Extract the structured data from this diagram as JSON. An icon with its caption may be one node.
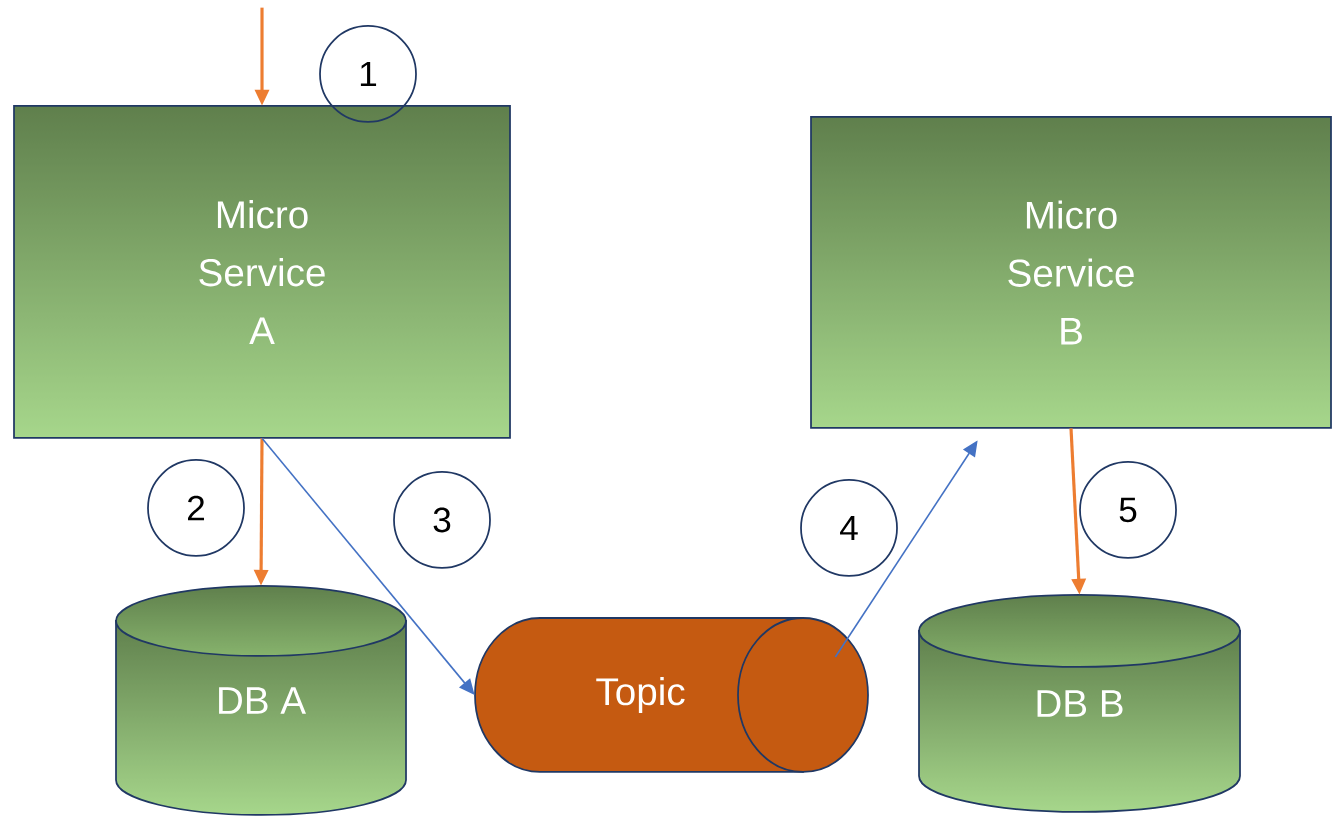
{
  "diagram": {
    "nodes": [
      {
        "text": [
          "Micro Service A"
        ]
      },
      {
        "text": [
          "Micro Service B"
        ]
      },
      {
        "text": [
          "DB A"
        ]
      },
      {
        "text": [
          "Topic"
        ]
      },
      {
        "text": [
          "DB B"
        ]
      },
      {
        "text": [
          "1"
        ]
      },
      {
        "text": [
          "2"
        ]
      },
      {
        "text": [
          "3"
        ]
      },
      {
        "text": [
          "4"
        ]
      },
      {
        "text": [
          "5"
        ]
      }
    ],
    "edges": [
      {
        "from": null,
        "to": 0,
        "arrow": "to"
      },
      {
        "from": 0,
        "to": 2,
        "arrow": "to"
      },
      {
        "from": 0,
        "to": 3,
        "arrow": "to",
        "color": "#4472c4"
      },
      {
        "from": 3,
        "to": 1,
        "arrow": "to",
        "color": "#4472c4"
      },
      {
        "from": 1,
        "to": 4,
        "arrow": "to"
      }
    ]
  }
}
